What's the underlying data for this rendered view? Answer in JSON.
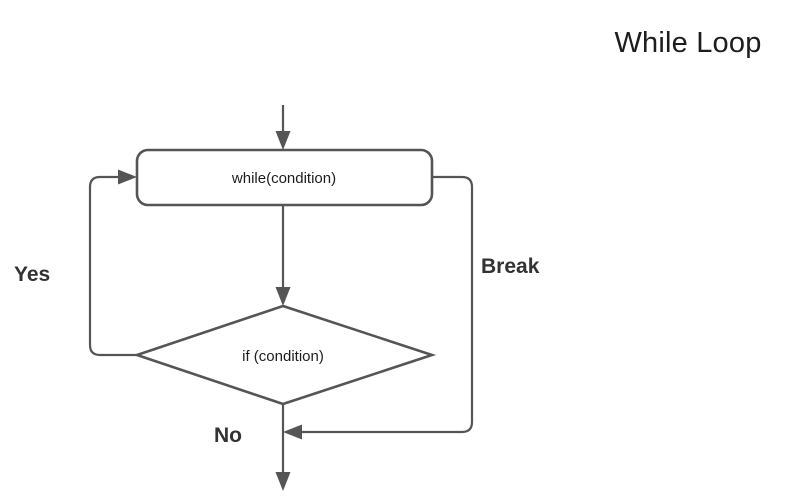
{
  "diagram": {
    "title": "While Loop",
    "nodes": [
      {
        "id": "while-node",
        "label": "while(condition)",
        "shape": "rounded-rectangle"
      },
      {
        "id": "if-node",
        "label": "if (condition)",
        "shape": "diamond"
      }
    ],
    "edge_labels": {
      "yes": "Yes",
      "no": "No",
      "break": "Break"
    },
    "colors": {
      "stroke": "#555555",
      "text": "#1d1d1d",
      "label_text": "#333333",
      "background": "#ffffff"
    }
  }
}
